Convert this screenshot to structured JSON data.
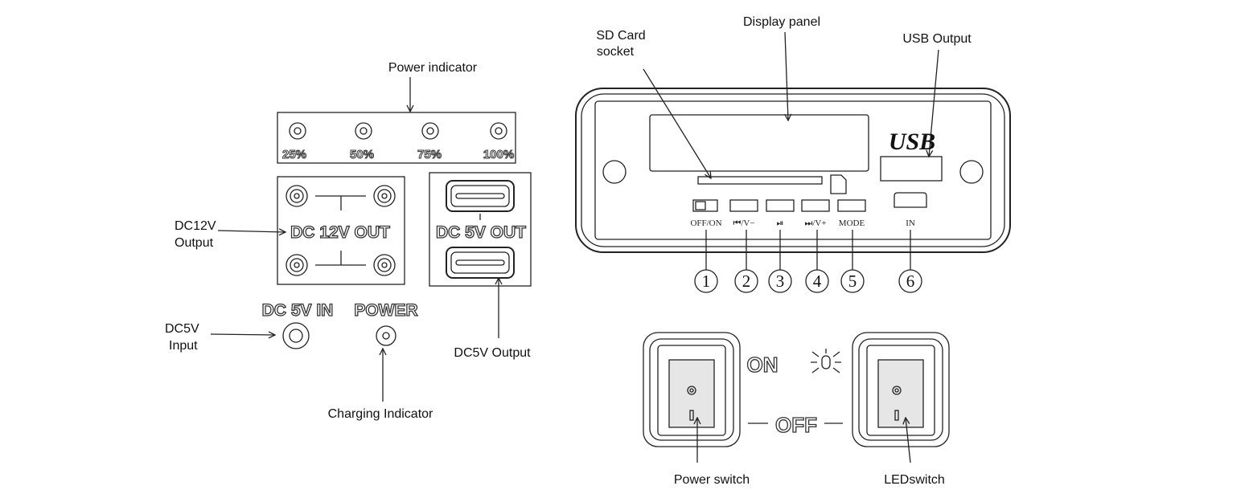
{
  "left_panel": {
    "power_indicator_caption": "Power indicator",
    "percent_labels": [
      "25%",
      "50%",
      "75%",
      "100%"
    ],
    "dc12v_out_label": "DC 12V OUT",
    "dc5v_out_label": "DC 5V OUT",
    "dc12v_caption": [
      "DC12V",
      "Output"
    ],
    "dc5v_in_label": "DC 5V IN",
    "power_label": "POWER",
    "dc5v_input_caption": [
      "DC5V",
      "Input"
    ],
    "charging_caption": "Charging Indicator",
    "dc5v_output_caption": "DC5V Output"
  },
  "player_panel": {
    "sd_card_caption": [
      "SD Card",
      "socket"
    ],
    "display_caption": "Display panel",
    "usb_output_caption": "USB Output",
    "usb_logo": "USB",
    "button_labels": [
      "OFF/ON",
      "⏮/V−",
      "⏯",
      "⏭/V+",
      "MODE",
      "IN"
    ],
    "numbers": [
      "1",
      "2",
      "3",
      "4",
      "5",
      "6"
    ]
  },
  "switches": {
    "on_label": "ON",
    "off_label": "OFF",
    "power_caption": "Power switch",
    "led_caption": "LEDswitch"
  }
}
